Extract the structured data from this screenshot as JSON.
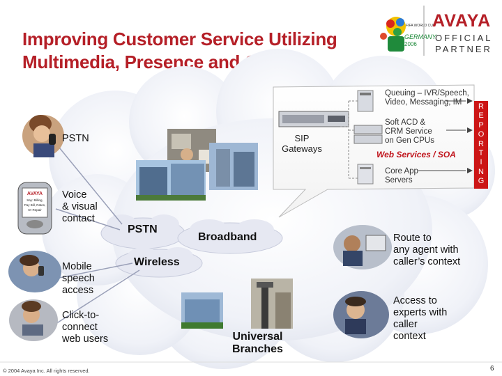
{
  "title": {
    "line1": "Improving Customer Service Utilizing",
    "line2": "Multimedia, Presence and Context"
  },
  "logo": {
    "brand": "AVAYA",
    "partner_line1": "OFFICIAL",
    "partner_line2": "PARTNER",
    "fifa_line1": "FIFA WORLD CUP",
    "fifa_line2": "GERMANY",
    "fifa_line3": "2006"
  },
  "left_labels": {
    "pstn": "PSTN",
    "voice": [
      "Voice",
      "& visual",
      "contact"
    ],
    "mobile": [
      "Mobile",
      "speech",
      "access"
    ],
    "click": [
      "Click-to-",
      "connect",
      "web users"
    ]
  },
  "phone_screen": [
    "AVAYA",
    "Say: Billing,",
    "Pay Bill, Rates,",
    "Or Repair"
  ],
  "cloud_labels": {
    "pstn": "PSTN",
    "broadband": "Broadband",
    "wireless": "Wireless",
    "branches": [
      "Universal",
      "Branches"
    ]
  },
  "sip": [
    "SIP",
    "Gateways"
  ],
  "callout": {
    "queuing": [
      "Queuing – IVR/Speech,",
      "Video, Messaging, IM"
    ],
    "acd": [
      "Soft ACD &",
      "CRM Service",
      "on Gen CPUs"
    ],
    "web_services": "Web Services / SOA",
    "core_app": [
      "Core App",
      "Servers"
    ]
  },
  "reporting": [
    "R",
    "E",
    "P",
    "O",
    "R",
    "T",
    "I",
    "N",
    "G"
  ],
  "right_labels": {
    "route": [
      "Route to",
      "any agent with",
      "caller’s context"
    ],
    "access": [
      "Access to",
      "experts with",
      "caller",
      "context"
    ]
  },
  "footer": {
    "copyright": "© 2004 Avaya Inc. All rights reserved.",
    "page": "6"
  },
  "colors": {
    "title_red": "#b51f27",
    "reporting_red": "#cc1616",
    "cloud_fill": "#eef0f6",
    "cloud_edge": "#c2c6d6",
    "web_services_red": "#c0141c"
  }
}
